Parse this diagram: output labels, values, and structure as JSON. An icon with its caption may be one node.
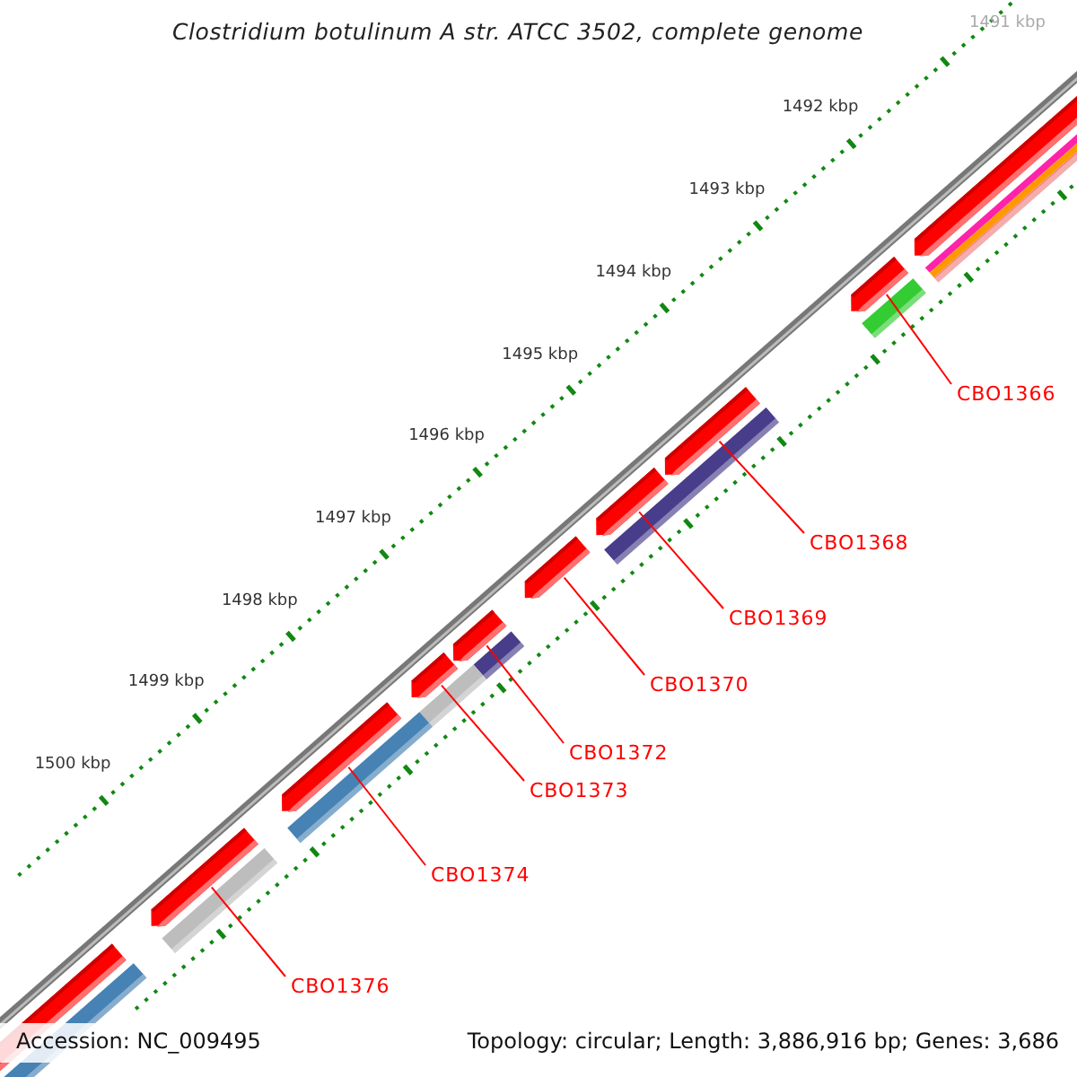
{
  "diagram": {
    "title": "Clostridium botulinum A str. ATCC 3502, complete genome",
    "nodes": [
      {
        "text": [
          "CBO1366"
        ]
      },
      {
        "text": [
          "CBO1368"
        ]
      },
      {
        "text": [
          "CBO1369"
        ]
      },
      {
        "text": [
          "CBO1370"
        ]
      },
      {
        "text": [
          "CBO1372"
        ]
      },
      {
        "text": [
          "CBO1373"
        ]
      },
      {
        "text": [
          "CBO1374"
        ]
      },
      {
        "text": [
          "CBO1376"
        ]
      },
      {
        "text": [],
        "shape": "bar"
      },
      {
        "text": [],
        "shape": "bar"
      },
      {
        "text": [],
        "shape": "bar"
      },
      {
        "text": [],
        "shape": "bar"
      },
      {
        "text": [],
        "shape": "bar"
      },
      {
        "text": [],
        "shape": "bar"
      },
      {
        "text": [],
        "shape": "bar"
      },
      {
        "text": [],
        "shape": "bar"
      }
    ],
    "edges": [
      {
        "from": 0,
        "to": 8,
        "arrow": "none"
      },
      {
        "from": 1,
        "to": 9,
        "arrow": "none"
      },
      {
        "from": 2,
        "to": 10,
        "arrow": "none"
      },
      {
        "from": 3,
        "to": 11,
        "arrow": "none"
      },
      {
        "from": 4,
        "to": 12,
        "arrow": "none"
      },
      {
        "from": 5,
        "to": 13,
        "arrow": "none"
      },
      {
        "from": 6,
        "to": 14,
        "arrow": "none"
      },
      {
        "from": 7,
        "to": 15,
        "arrow": "none"
      }
    ],
    "labels": [
      "1491 kbp",
      "1492 kbp",
      "1493 kbp",
      "1494 kbp",
      "1495 kbp",
      "1496 kbp",
      "1497 kbp",
      "1498 kbp",
      "1499 kbp",
      "1500 kbp",
      "Accession: NC_009495",
      "Topology: circular; Length: 3,886,916 bp; Genes: 3,686"
    ]
  }
}
